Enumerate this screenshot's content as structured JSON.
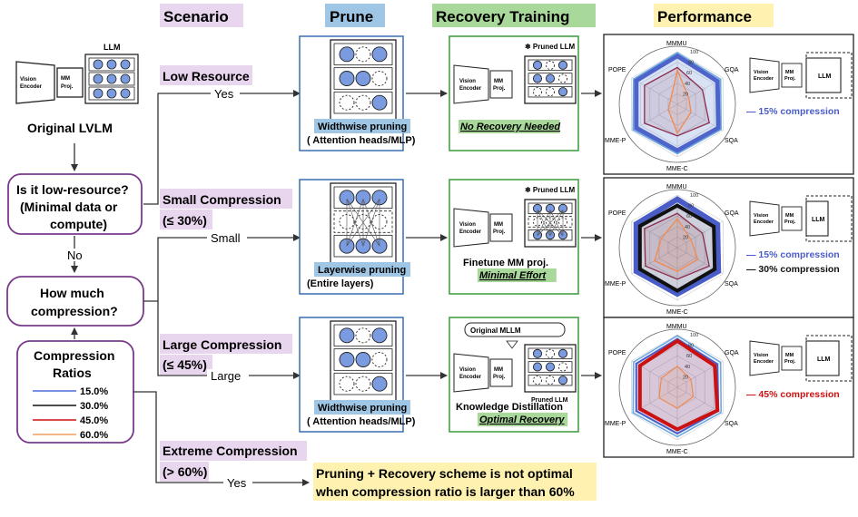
{
  "headers": {
    "scenario": "Scenario",
    "prune": "Prune",
    "recovery": "Recovery Training",
    "performance": "Performance"
  },
  "header_colors": {
    "scenario": "#e8d5ee",
    "prune": "#9fc6e4",
    "recovery": "#a8d89a",
    "performance": "#fff2b0"
  },
  "left": {
    "llm_label": "LLM",
    "vision_encoder": "Vision Encoder",
    "mm_proj": "MM Proj.",
    "original_lvlm": "Original LVLM",
    "question1": [
      "Is it low-resource?",
      "(Minimal data or",
      "compute)"
    ],
    "no": "No",
    "question2": [
      "How much",
      "compression?"
    ],
    "ratios_title": [
      "Compression",
      "Ratios"
    ],
    "ratios": [
      {
        "label": "15.0%",
        "color": "#4a6fd8"
      },
      {
        "label": "30.0%",
        "color": "#111111"
      },
      {
        "label": "45.0%",
        "color": "#cc1111"
      },
      {
        "label": "60.0%",
        "color": "#f0a060"
      }
    ]
  },
  "scenarios": [
    {
      "title": "Low Resource",
      "sub": "",
      "branch": "Yes"
    },
    {
      "title": "Small Compression",
      "sub": "(≤ 30%)",
      "branch": "Small"
    },
    {
      "title": "Large Compression",
      "sub": "(≤ 45%)",
      "branch": "Large"
    },
    {
      "title": "Extreme Compression",
      "sub": "(> 60%)",
      "branch": "Yes"
    }
  ],
  "prune_boxes": [
    {
      "caption": "Widthwise pruning",
      "sub": "( Attention heads/MLP)"
    },
    {
      "caption": "Layerwise pruning",
      "sub": "(Entire layers)"
    },
    {
      "caption": "Widthwise pruning",
      "sub": "( Attention heads/MLP)"
    }
  ],
  "recovery_boxes": [
    {
      "top": "Pruned LLM",
      "line1": "",
      "line2": "No Recovery Needed"
    },
    {
      "top": "Pruned LLM",
      "line1": "Finetune MM proj.",
      "line2": "Minimal Effort"
    },
    {
      "top": "Original MLLM",
      "bottom": "Pruned LLM",
      "line1": "Knowledge Distillation",
      "line2": "Optimal Recovery"
    }
  ],
  "radar_axes": [
    "MMMU",
    "GQA",
    "SQA",
    "MME-C",
    "MME-P",
    "POPE"
  ],
  "radar_ticks": [
    "100",
    "80",
    "60",
    "40",
    "20"
  ],
  "llm_text": "LLM",
  "performance": [
    {
      "legend": [
        {
          "text": "— 15% compression",
          "color": "#4a5cc8"
        }
      ]
    },
    {
      "legend": [
        {
          "text": "— 15% compression",
          "color": "#4a5cc8"
        },
        {
          "text": "— 30% compression",
          "color": "#111111"
        }
      ]
    },
    {
      "legend": [
        {
          "text": "— 45% compression",
          "color": "#cc1111"
        }
      ]
    }
  ],
  "conclusion": [
    "Pruning + Recovery scheme is not optimal",
    "when compression ratio is larger than 60%"
  ],
  "conclusion_color": "#fff2b0"
}
